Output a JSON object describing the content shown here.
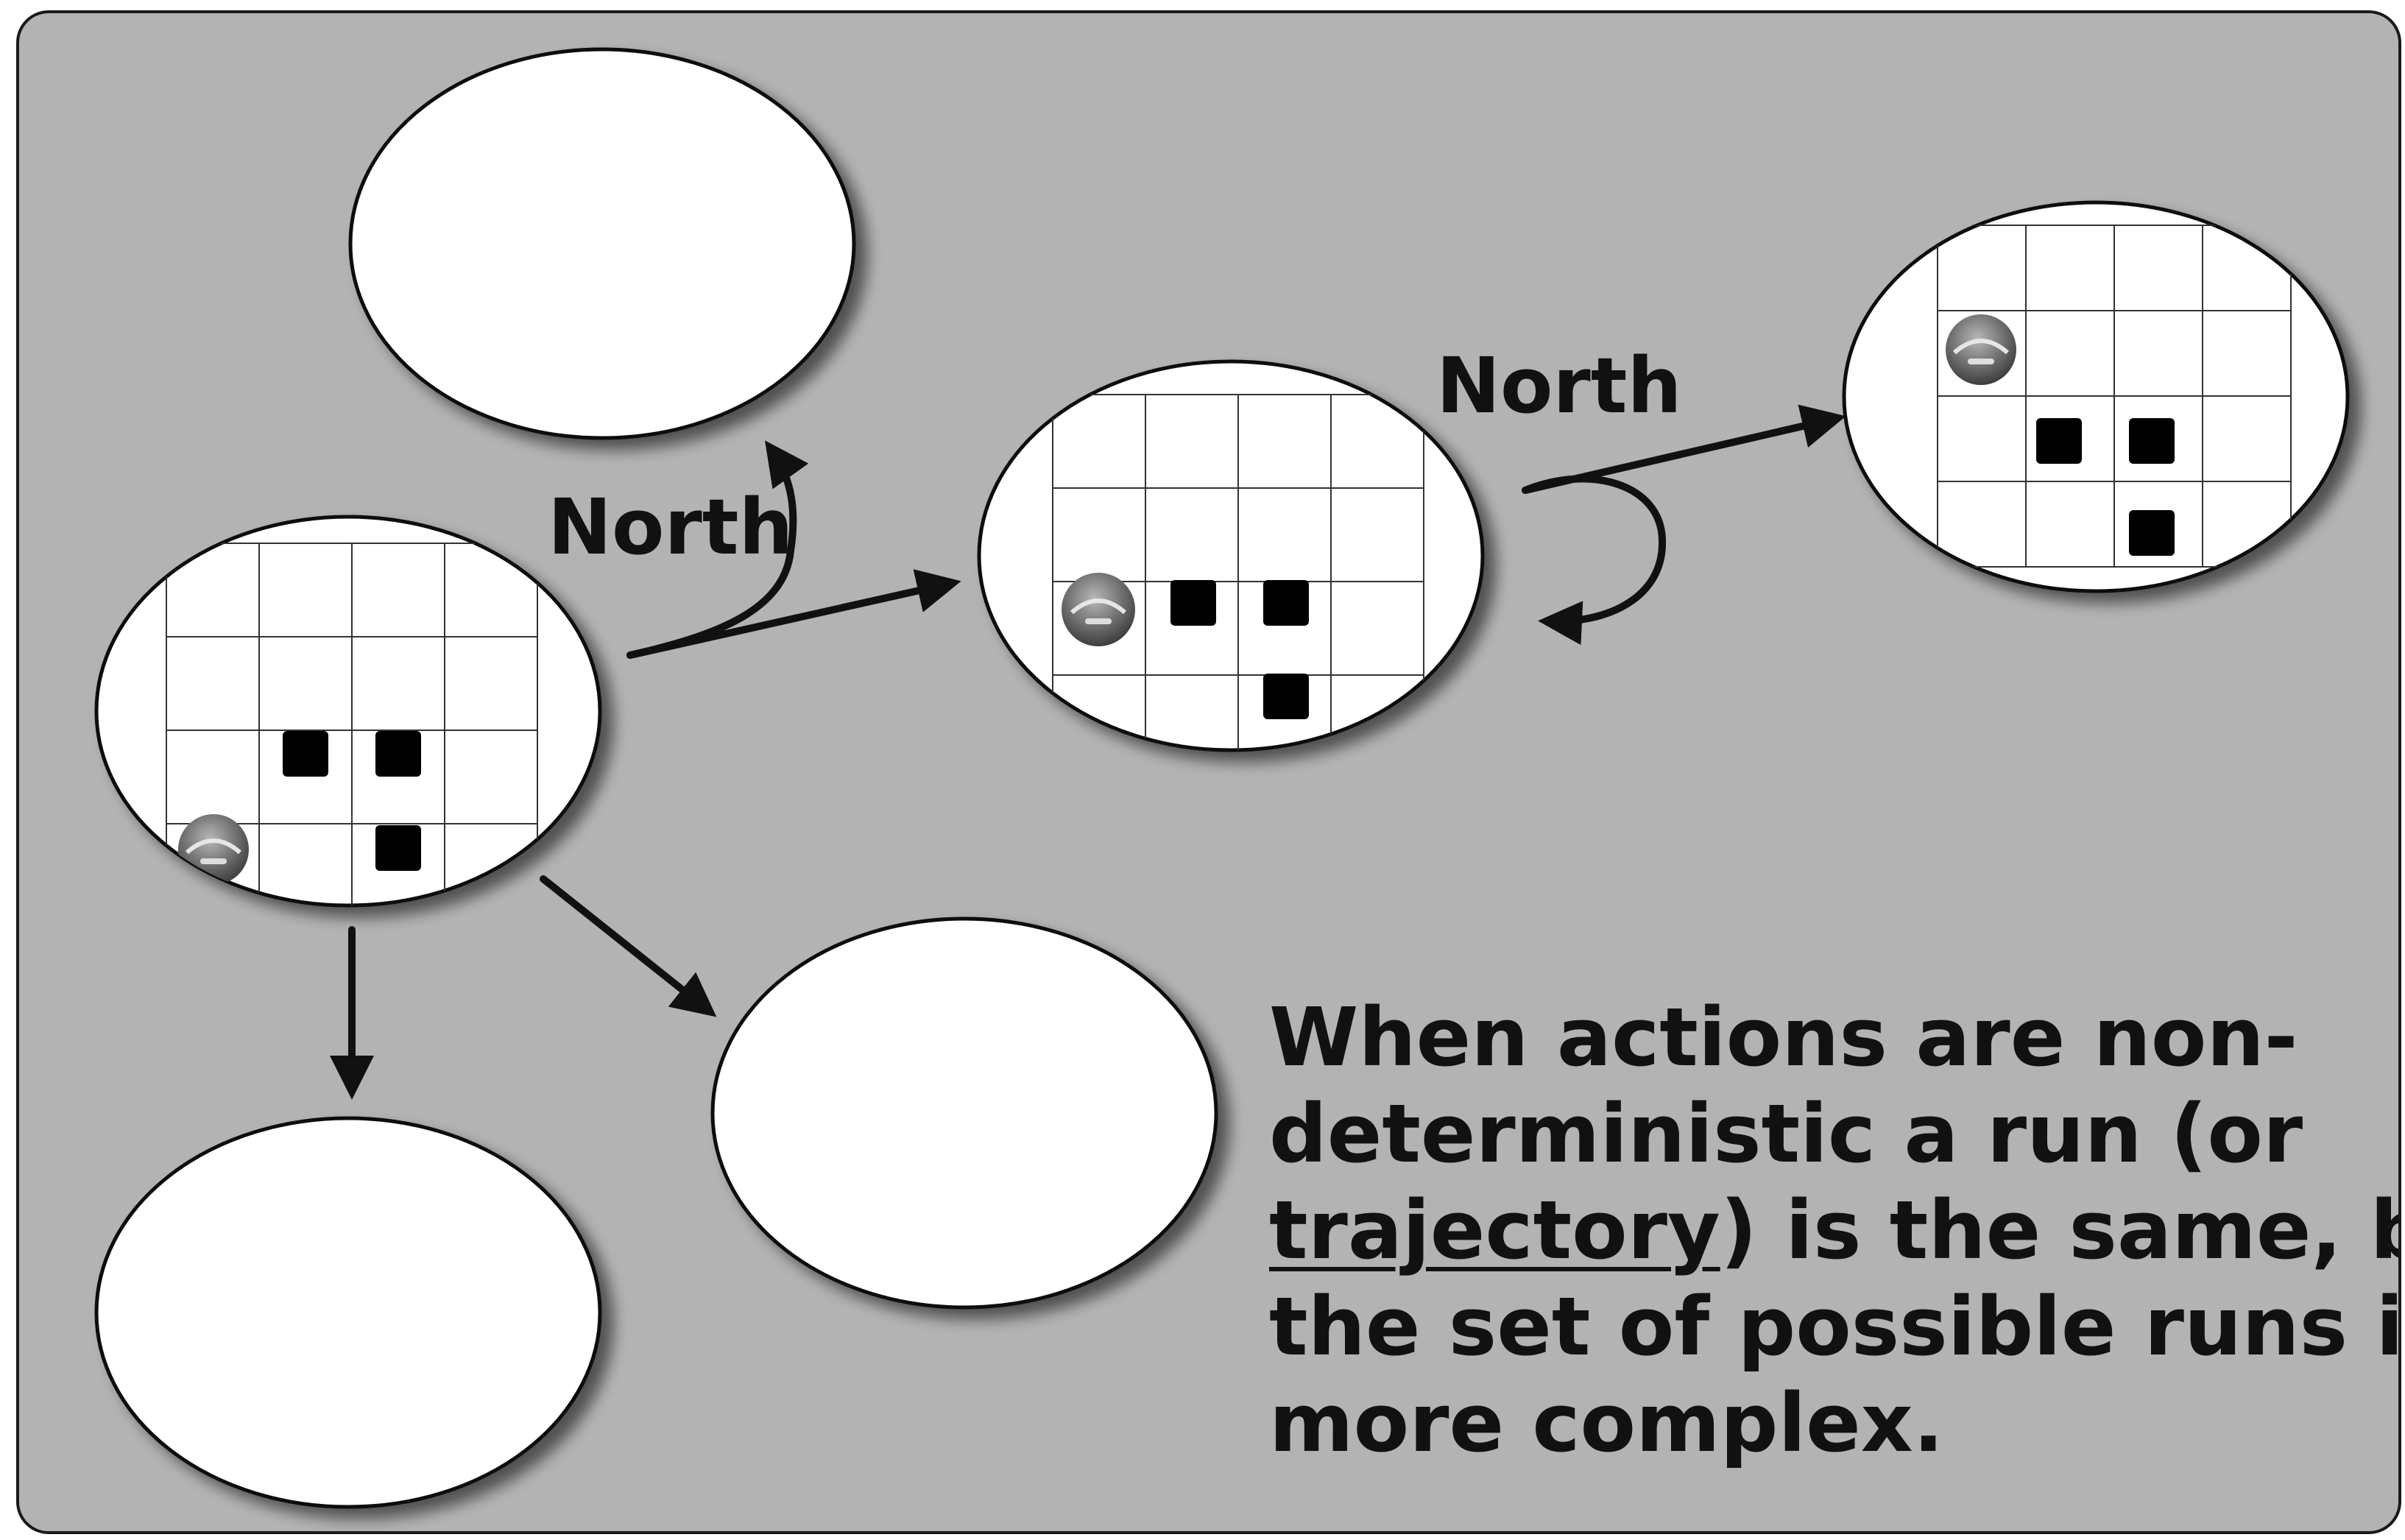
{
  "diagram": {
    "edge_labels": {
      "north_up": "North",
      "north_right": "North"
    }
  },
  "caption": {
    "line1": "When actions are non-",
    "line2": "deterministic a run (or",
    "line3_underlined": "trajectory",
    "line3_rest": ") is the same, but",
    "line4": "the set of possible runs is",
    "line5": "more complex."
  },
  "colors": {
    "slide_background": "#b3b3b3",
    "node_fill": "#ffffff",
    "stroke": "#111111",
    "obstacle": "#000000",
    "robot": "#6e6e6e"
  },
  "icons": [
    "robot-icon",
    "obstacle-icon",
    "arrow-icon"
  ]
}
